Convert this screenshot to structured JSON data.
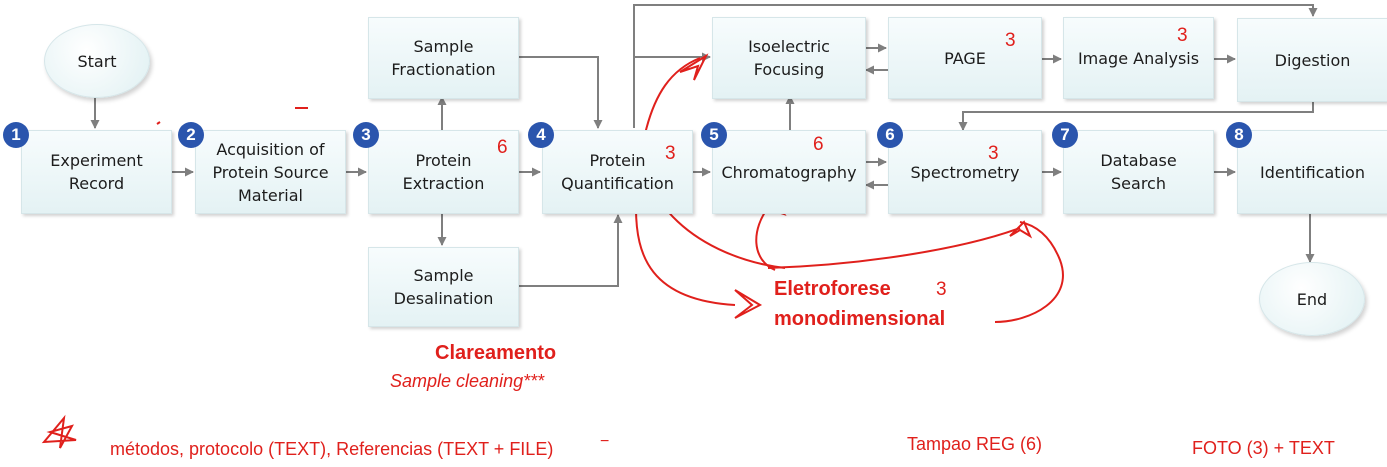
{
  "flowchart": {
    "start": "Start",
    "end": "End",
    "steps": [
      {
        "id": "experiment-record",
        "label": "Experiment\nRecord",
        "badge": "1"
      },
      {
        "id": "acquisition",
        "label": "Acquisition of\nProtein Source\nMaterial",
        "badge": "2"
      },
      {
        "id": "protein-extraction",
        "label": "Protein\nExtraction",
        "badge": "3"
      },
      {
        "id": "protein-quantification",
        "label": "Protein\nQuantification",
        "badge": "4"
      },
      {
        "id": "chromatography",
        "label": "Chromatography",
        "badge": "5"
      },
      {
        "id": "spectrometry",
        "label": "Spectrometry",
        "badge": "6"
      },
      {
        "id": "database-search",
        "label": "Database\nSearch",
        "badge": "7"
      },
      {
        "id": "identification",
        "label": "Identification",
        "badge": "8"
      }
    ],
    "side_steps": {
      "sample_fractionation": "Sample\nFractionation",
      "sample_desalination": "Sample\nDesalination",
      "isoelectric_focusing": "Isoelectric\nFocusing",
      "page": "PAGE",
      "image_analysis": "Image Analysis",
      "digestion": "Digestion"
    }
  },
  "annotations": {
    "n_extraction": "6",
    "n_quantification": "3",
    "n_chromatography": "6",
    "n_spectrometry": "3",
    "n_page": "3",
    "n_image_analysis": "3",
    "eletroforese_line1": "Eletroforese",
    "eletroforese_num": "3",
    "eletroforese_line2": "monodimensional",
    "clareamento": "Clareamento",
    "sample_cleaning": "Sample cleaning***",
    "metodos": "métodos, protocolo (TEXT), Referencias (TEXT + FILE)",
    "metodos_suffix": "−",
    "tampao": "Tampao REG (6)",
    "foto": "FOTO (3) + TEXT"
  },
  "colors": {
    "box_top": "#f7fcfd",
    "box_bottom": "#e4f2f4",
    "badge": "#2a55ad",
    "arrow": "#7f7f7f",
    "annotation": "#e0201c"
  }
}
